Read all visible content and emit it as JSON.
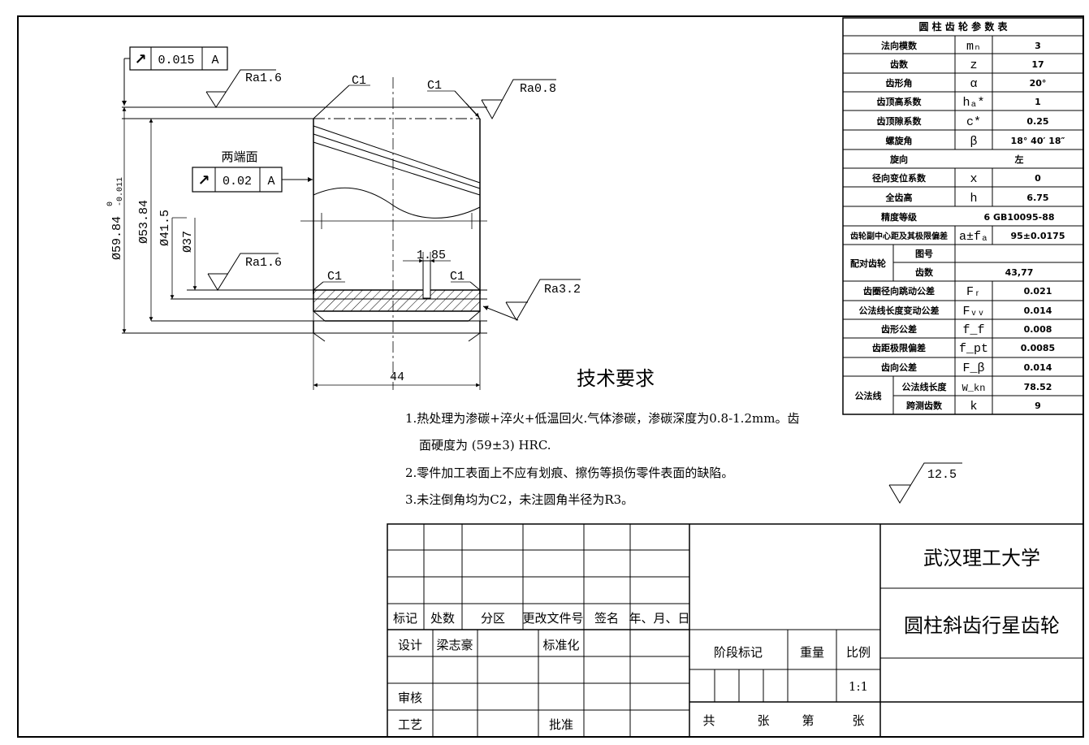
{
  "gear_table": {
    "title": "圆 柱 齿 轮 参 数 表",
    "rows": [
      {
        "name": "法向模数",
        "symbol": "mₙ",
        "value": "3"
      },
      {
        "name": "齿数",
        "symbol": "z",
        "value": "17"
      },
      {
        "name": "齿形角",
        "symbol": "α",
        "value": "20°"
      },
      {
        "name": "齿顶高系数",
        "symbol": "hₐ*",
        "value": "1"
      },
      {
        "name": "齿顶隙系数",
        "symbol": "c*",
        "value": "0.25"
      },
      {
        "name": "螺旋角",
        "symbol": "β",
        "value": "18° 40′ 18″"
      },
      {
        "name": "旋向",
        "value": "左"
      },
      {
        "name": "径向变位系数",
        "symbol": "x",
        "value": "0"
      },
      {
        "name": "全齿高",
        "symbol": "h",
        "value": "6.75"
      },
      {
        "name": "精度等级",
        "value": "6 GB10095-88"
      },
      {
        "name": "齿轮副中心距及其极限偏差",
        "symbol": "a±fₐ",
        "value": "95±0.0175"
      },
      {
        "name": "配对齿轮",
        "sub1": "图号",
        "sub1_value": "",
        "sub2": "齿数",
        "sub2_value": "43,77"
      },
      {
        "name": "齿圈径向跳动公差",
        "symbol": "Fᵣ",
        "value": "0.021"
      },
      {
        "name": "公法线长度变动公差",
        "symbol": "Fᵥᵥ",
        "value": "0.014"
      },
      {
        "name": "齿形公差",
        "symbol": "f_f",
        "value": "0.008"
      },
      {
        "name": "齿距极限偏差",
        "symbol": "f_pt",
        "value": "0.0085"
      },
      {
        "name": "齿向公差",
        "symbol": "F_β",
        "value": "0.014"
      },
      {
        "name": "公法线",
        "sub1": "公法线长度",
        "sub1_symbol": "W_kn",
        "sub1_value": "78.52",
        "sub2": "跨测齿数",
        "sub2_symbol": "k",
        "sub2_value": "9"
      }
    ]
  },
  "drawing": {
    "tol_frame_1": {
      "symbol": "↗",
      "value": "0.015",
      "datum": "A"
    },
    "tol_frame_2": {
      "label": "两端面",
      "symbol": "↗",
      "value": "0.02",
      "datum": "A"
    },
    "roughness": {
      "top_left": "Ra1.6",
      "top_right": "Ra0.8",
      "bore": "Ra1.6",
      "right": "Ra3.2",
      "general": "12.5"
    },
    "chamfers": {
      "top_left": "C1",
      "top_right": "C1",
      "inner_left": "C1",
      "inner_right": "C1"
    },
    "dimensions": {
      "d1": "Ø59.84",
      "d1_upper": "0",
      "d1_lower": "-0.011",
      "d2": "Ø53.84",
      "d3": "Ø41.5",
      "d4": "Ø37",
      "groove": "1.85",
      "width": "44"
    }
  },
  "tech_req": {
    "title": "技术要求",
    "line1": "1.热处理为渗碳+淬火+低温回火.气体渗碳，渗碳深度为0.8-1.2mm。齿",
    "line1b": "面硬度为 (59±3) HRC.",
    "line2": "2.零件加工表面上不应有划痕、擦伤等损伤零件表面的缺陷。",
    "line3": "3.未注倒角均为C2，未注圆角半径为R3。"
  },
  "title_block": {
    "headers": [
      "标记",
      "处数",
      "分区",
      "更改文件号",
      "签名",
      "年、月、日"
    ],
    "design": "设计",
    "designer": "梁志豪",
    "standard": "标准化",
    "review": "审核",
    "process": "工艺",
    "approve": "批准",
    "stage": "阶段标记",
    "weight": "重量",
    "scale": "比例",
    "scale_value": "1:1",
    "total": "共",
    "sheets": "张",
    "sheet_no": "第",
    "sheets2": "张",
    "school": "武汉理工大学",
    "part_name": "圆柱斜齿行星齿轮"
  }
}
